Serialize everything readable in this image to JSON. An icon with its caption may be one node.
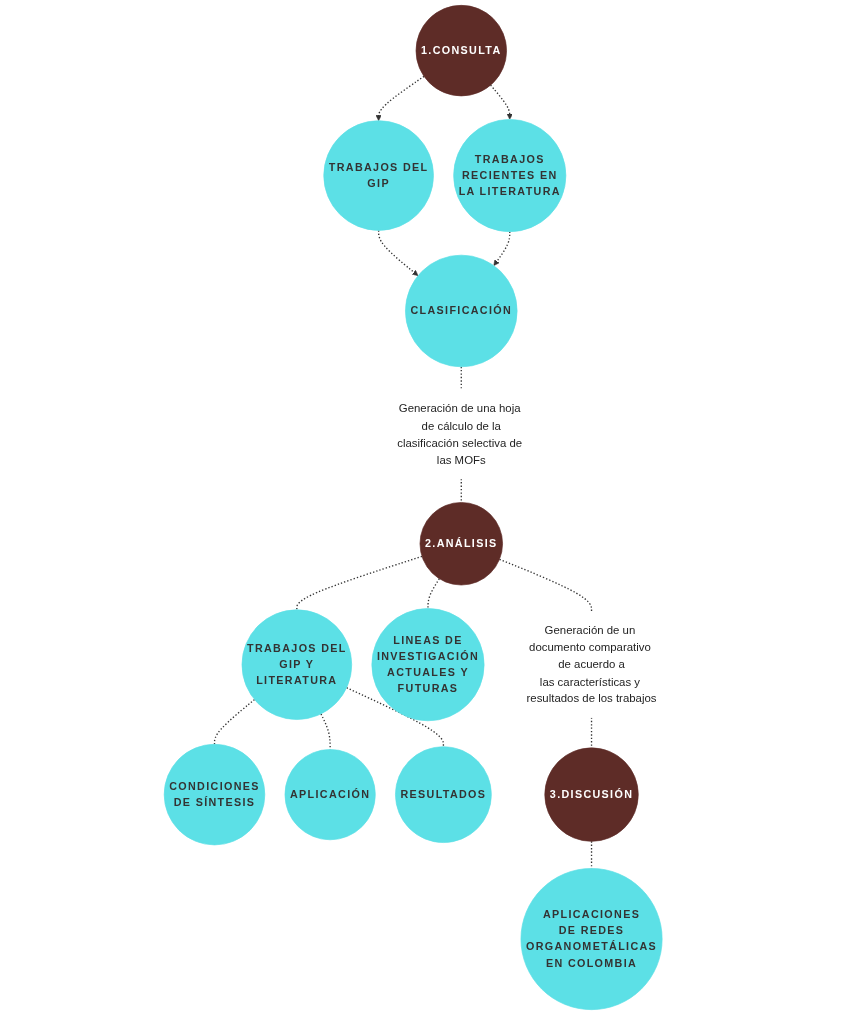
{
  "diagram": {
    "nodes": [
      {
        "text": [
          "TRABAJOS DEL GIP"
        ]
      },
      {
        "text": [
          "1.CONSULTA"
        ]
      },
      {
        "text": [
          "TRABAJOS RECIENTES EN LA LITERATURA"
        ]
      },
      {
        "text": [
          "CLASIFICACIÓN"
        ]
      },
      {
        "text": [
          "Generación de una hoja de cálculo de la clasificación selectiva de las MOFs"
        ]
      },
      {
        "text": [
          "2.ANÁLISIS"
        ]
      },
      {
        "text": [
          "TRABAJOS DEL GIP Y LITERATURA"
        ]
      },
      {
        "text": [
          "LINEAS DE INVESTIGACIÓN ACTUALES Y FUTURAS"
        ]
      },
      {
        "text": [
          "CONDICIONES DE SÍNTESIS"
        ]
      },
      {
        "text": [
          "APLICACIÓN"
        ]
      },
      {
        "text": [
          "RESULTADOS"
        ]
      },
      {
        "text": [
          "Generación de un documento comparativo de acuerdo a las características y resultados de los trabajos"
        ]
      },
      {
        "text": [
          "3.DISCUSIÓN"
        ]
      },
      {
        "text": [
          "APLICACIONES DE REDES ORGANOMETÁLICAS EN COLOMBIA"
        ]
      }
    ],
    "edges": [
      {
        "from": 1,
        "to": 0,
        "arrow": "to",
        "style": "dashed"
      },
      {
        "from": 1,
        "to": 2,
        "arrow": "to",
        "style": "dashed"
      },
      {
        "from": 0,
        "to": 3,
        "arrow": "to",
        "style": "dashed"
      },
      {
        "from": 2,
        "to": 3,
        "arrow": "to",
        "style": "dashed"
      },
      {
        "from": 3,
        "to": 4,
        "arrow": "none",
        "style": "dashed"
      },
      {
        "from": 4,
        "to": 5,
        "arrow": "none",
        "style": "dashed"
      },
      {
        "from": 5,
        "to": 6,
        "arrow": "none",
        "style": "dashed"
      },
      {
        "from": 5,
        "to": 7,
        "arrow": "none",
        "style": "dashed"
      },
      {
        "from": 6,
        "to": 8,
        "arrow": "none",
        "style": "dashed"
      },
      {
        "from": 6,
        "to": 9,
        "arrow": "none",
        "style": "dashed"
      },
      {
        "from": 6,
        "to": 10,
        "arrow": "none",
        "style": "dashed"
      },
      {
        "from": 5,
        "to": 11,
        "arrow": "none",
        "style": "dashed"
      },
      {
        "from": 11,
        "to": 12,
        "arrow": "none",
        "style": "dashed"
      },
      {
        "from": 12,
        "to": 13,
        "arrow": "none",
        "style": "dashed"
      }
    ]
  }
}
